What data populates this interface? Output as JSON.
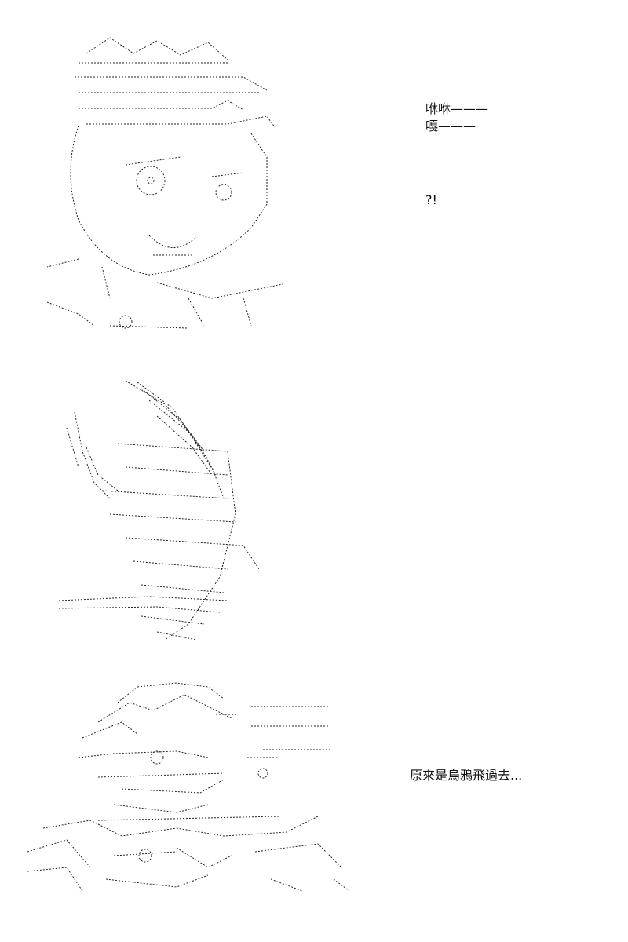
{
  "panels": [
    {
      "subject": "startled-character-ascii-art",
      "captions": [
        "咻咻———",
        "嘎———",
        "?!"
      ]
    },
    {
      "subject": "crow-ascii-art",
      "captions": []
    },
    {
      "subject": "thinking-character-ascii-art",
      "captions": [
        "原來是烏鴉飛過去..."
      ]
    }
  ],
  "colors": {
    "background": "#ffffff",
    "ink": "#111111"
  }
}
